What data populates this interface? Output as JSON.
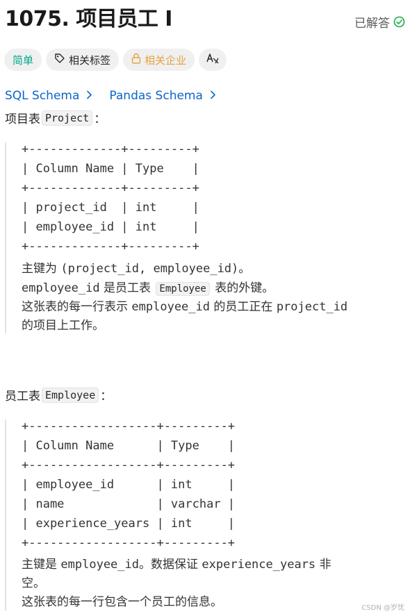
{
  "header": {
    "title": "1075. 项目员工 I",
    "status": "已解答"
  },
  "tags": [
    {
      "label": "简单"
    },
    {
      "label": "相关标签"
    },
    {
      "label": "相关企业"
    },
    {
      "label": "文A"
    }
  ],
  "schema_links": [
    {
      "label": "SQL Schema"
    },
    {
      "label": "Pandas Schema"
    }
  ],
  "project": {
    "label_prefix": "项目表",
    "table_name": "Project",
    "label_suffix": "：",
    "table_lines": [
      "+-------------+---------+",
      "| Column Name | Type    |",
      "+-------------+---------+",
      "| project_id  | int     |",
      "| employee_id | int     |",
      "+-------------+---------+"
    ],
    "desc1": {
      "text": "主键为 ",
      "mono": "(project_id, employee_id)",
      "tail": "。"
    },
    "desc2": {
      "mono": "employee_id",
      "mid": " 是员工表 ",
      "code": "Employee",
      "tail": " 表的外键。"
    },
    "desc3": {
      "text": "这张表的每一行表示 ",
      "mono1": "employee_id",
      "mid": " 的员工正在 ",
      "mono2": "project_id"
    },
    "desc4": "的项目上工作。"
  },
  "employee": {
    "label_prefix": "员工表",
    "table_name": "Employee",
    "label_suffix": "：",
    "table_lines": [
      "+------------------+---------+",
      "| Column Name      | Type    |",
      "+------------------+---------+",
      "| employee_id      | int     |",
      "| name             | varchar |",
      "| experience_years | int     |",
      "+------------------+---------+"
    ],
    "desc1": {
      "text": "主键是 ",
      "mono1": "employee_id",
      "mid": "。数据保证 ",
      "mono2": "experience_years",
      "tail": " 非"
    },
    "desc2": "空。",
    "desc3": "这张表的每一行包含一个员工的信息。"
  },
  "watermark": "CSDN @岁忧",
  "colors": {
    "easy": "#00a88a",
    "link": "#0a66c8",
    "company": "#e6a23c",
    "solved_check": "#2db55d"
  }
}
